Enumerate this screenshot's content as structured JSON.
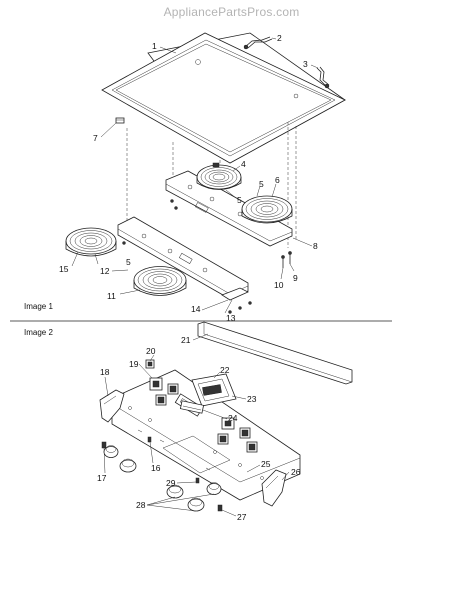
{
  "watermark": "AppliancePartsPros.com",
  "sections": {
    "image1_label": "Image 1",
    "image2_label": "Image 2"
  },
  "callouts": {
    "c1": "1",
    "c2": "2",
    "c3": "3",
    "c4": "4",
    "c5a": "5",
    "c5b": "5",
    "c5c": "5",
    "c6": "6",
    "c7": "7",
    "c8": "8",
    "c9": "9",
    "c10": "10",
    "c11": "11",
    "c12": "12",
    "c13": "13",
    "c14": "14",
    "c15": "15",
    "c16": "16",
    "c17": "17",
    "c18": "18",
    "c19": "19",
    "c20": "20",
    "c21": "21",
    "c22": "22",
    "c23": "23",
    "c24": "24",
    "c25": "25",
    "c26": "26",
    "c27": "27",
    "c28": "28",
    "c29": "29"
  }
}
